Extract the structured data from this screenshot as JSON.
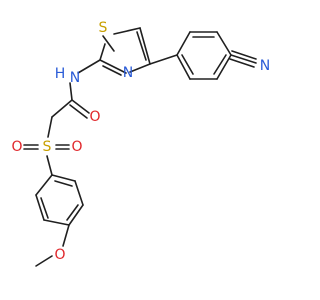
{
  "structure": {
    "atoms": {
      "S1": {
        "label": "S",
        "color": "#c8a000"
      },
      "N_ring": {
        "label": "N",
        "color": "#2a5bd7"
      },
      "NH": {
        "label": "N",
        "color": "#2a5bd7"
      },
      "H": {
        "label": "H",
        "color": "#2a5bd7"
      },
      "O_amide": {
        "label": "O",
        "color": "#e0262a"
      },
      "S2": {
        "label": "S",
        "color": "#c8a000"
      },
      "O_s1": {
        "label": "O",
        "color": "#e0262a"
      },
      "O_s2": {
        "label": "O",
        "color": "#e0262a"
      },
      "O_meth": {
        "label": "O",
        "color": "#e0262a"
      },
      "N_nitrile": {
        "label": "N",
        "color": "#2a5bd7"
      }
    },
    "bond_color": "#202020"
  }
}
